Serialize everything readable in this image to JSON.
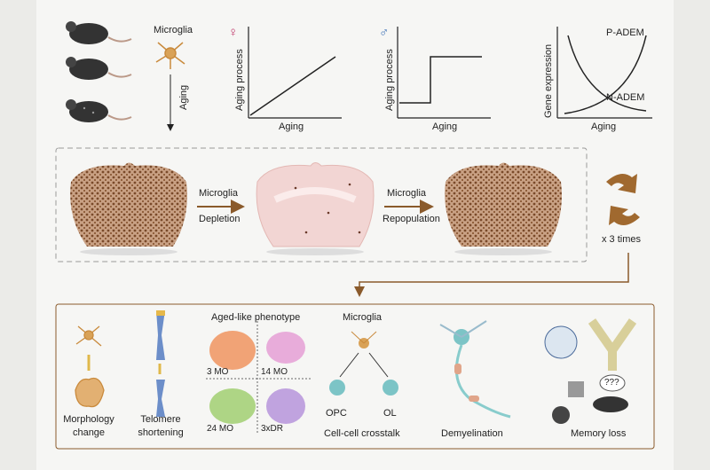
{
  "top": {
    "microglia_label": "Microglia",
    "aging_arrow_label": "Aging",
    "female_symbol": "♀",
    "male_symbol": "♂",
    "chart1": {
      "ylabel": "Aging process",
      "xlabel": "Aging"
    },
    "chart2": {
      "ylabel": "Aging process",
      "xlabel": "Aging"
    },
    "chart3": {
      "ylabel": "Gene expression",
      "xlabel": "Aging",
      "curve_a": "P-ADEM",
      "curve_b": "N-ADEM"
    }
  },
  "middle": {
    "step1_top": "Microglia",
    "step1_bottom": "Depletion",
    "step2_top": "Microglia",
    "step2_bottom": "Repopulation",
    "repeat_label": "x 3 times"
  },
  "bottom": {
    "morphology_label_1": "Morphology",
    "morphology_label_2": "change",
    "telomere_label_1": "Telomere",
    "telomere_label_2": "shortening",
    "phenotype_title": "Aged-like phenotype",
    "panel_labels": [
      "3 MO",
      "14 MO",
      "24 MO",
      "3xDR"
    ],
    "crosstalk_title": "Microglia",
    "opc_label": "OPC",
    "ol_label": "OL",
    "crosstalk_label": "Cell-cell crosstalk",
    "demyelination_label": "Demyelination",
    "memory_label": "Memory loss",
    "speech_bubble": "???"
  },
  "colors": {
    "arrow_brown": "#8a5a2b",
    "microglia_orange": "#d9a257",
    "female": "#c0396b",
    "male": "#3a6fb5",
    "panel_orange": "#f08040",
    "panel_pink": "#e07bc8",
    "panel_green": "#7fbf3a",
    "panel_purple": "#8a4fc9"
  }
}
